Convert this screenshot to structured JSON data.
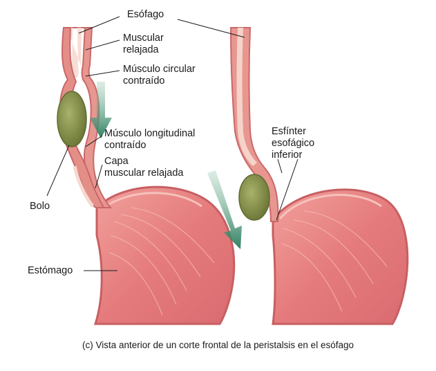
{
  "labels": {
    "esofago": "Esófago",
    "muscular_relajada": [
      "Muscular",
      "relajada"
    ],
    "musculo_circular": [
      "Músculo circular",
      "contraído"
    ],
    "musculo_longitudinal": [
      "Músculo longitudinal",
      "contraído"
    ],
    "capa_muscular": [
      "Capa",
      "muscular relajada"
    ],
    "bolo": "Bolo",
    "estomago": "Estómago",
    "esfinter": [
      "Esfínter",
      "esofágico",
      "inferior"
    ]
  },
  "caption": "(c) Vista anterior de un corte frontal de la peristalsis en el esófago",
  "colors": {
    "wall": "#e89a94",
    "wall_dark": "#c9676a",
    "lumen": "#f7d9cf",
    "bolus": "#8f9a52",
    "arrow": "#3f8f6f",
    "stomach": "#e7837f"
  }
}
